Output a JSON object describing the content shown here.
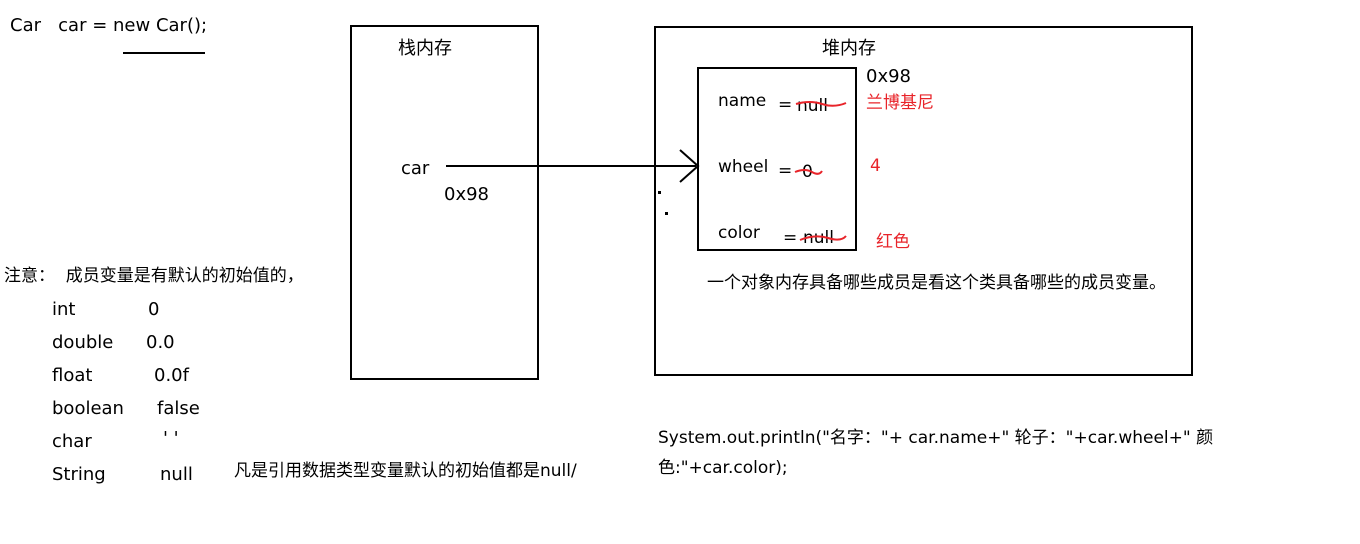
{
  "code_line": "Car   car = new Car();",
  "stack": {
    "title": "栈内存",
    "variable": "car",
    "address": "0x98"
  },
  "heap": {
    "title": "堆内存",
    "object_address": "0x98",
    "fields": [
      {
        "name": "name",
        "eq": "=",
        "old_value": "null",
        "new_value": "兰博基尼"
      },
      {
        "name": "wheel",
        "eq": "=",
        "old_value": "0",
        "new_value": "4"
      },
      {
        "name": "color",
        "eq": "=",
        "old_value": "null",
        "new_value": "红色"
      }
    ],
    "note": "一个对象内存具备哪些成员是看这个类具备哪些的成员变量。"
  },
  "default_values": {
    "heading": "注意：  成员变量是有默认的初始值的，",
    "rows": [
      {
        "type": "int",
        "value": "0"
      },
      {
        "type": "double",
        "value": "0.0"
      },
      {
        "type": "float",
        "value": "0.0f"
      },
      {
        "type": "boolean",
        "value": "false"
      },
      {
        "type": "char",
        "value": "' '"
      },
      {
        "type": "String",
        "value": "null"
      }
    ],
    "reference_note": "凡是引用数据类型变量默认的初始值都是null/"
  },
  "println_code": "System.out.println(\"名字：\"+ car.name+\" 轮子：\"+car.wheel+\" 颜色:\"+car.color);",
  "colors": {
    "annotation": "#e8242a",
    "ink": "#000000"
  }
}
